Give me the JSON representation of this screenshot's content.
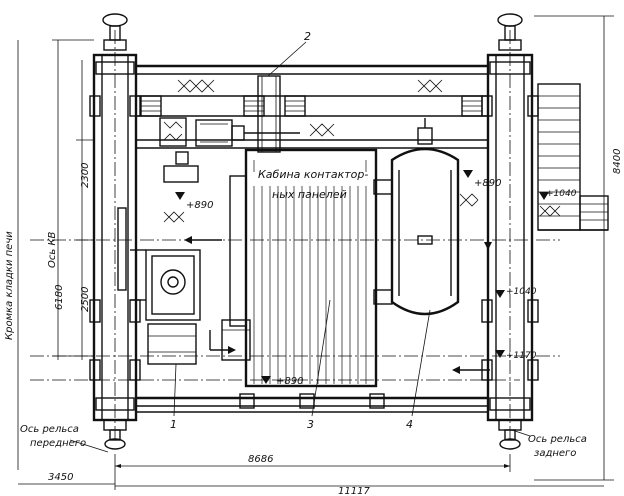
{
  "labels": {
    "cabin_line1": "Кабина контактор-",
    "cabin_line2": "ных панелей",
    "axis_kv": "Ось КВ",
    "furnace_edge": "Кромка кладки печи",
    "front_rail_line1": "Ось рельса",
    "front_rail_line2": "переднего",
    "rear_rail_line1": "Ось рельса",
    "rear_rail_line2": "заднего"
  },
  "dimensions": {
    "overall_height": "8400",
    "left_upper": "2300",
    "left_mid": "6180",
    "left_lower": "2500",
    "bottom_span": "8686",
    "bottom_total": "11117",
    "front_offset": "3450"
  },
  "elevations": {
    "e890_left": "+890",
    "e890_right": "+890",
    "e890_bottom": "+890",
    "e1040_upper": "+1040",
    "e1040_lower": "+1040",
    "e1170": "+1170"
  },
  "callouts": {
    "c1": "1",
    "c2": "2",
    "c3": "3",
    "c4": "4"
  }
}
